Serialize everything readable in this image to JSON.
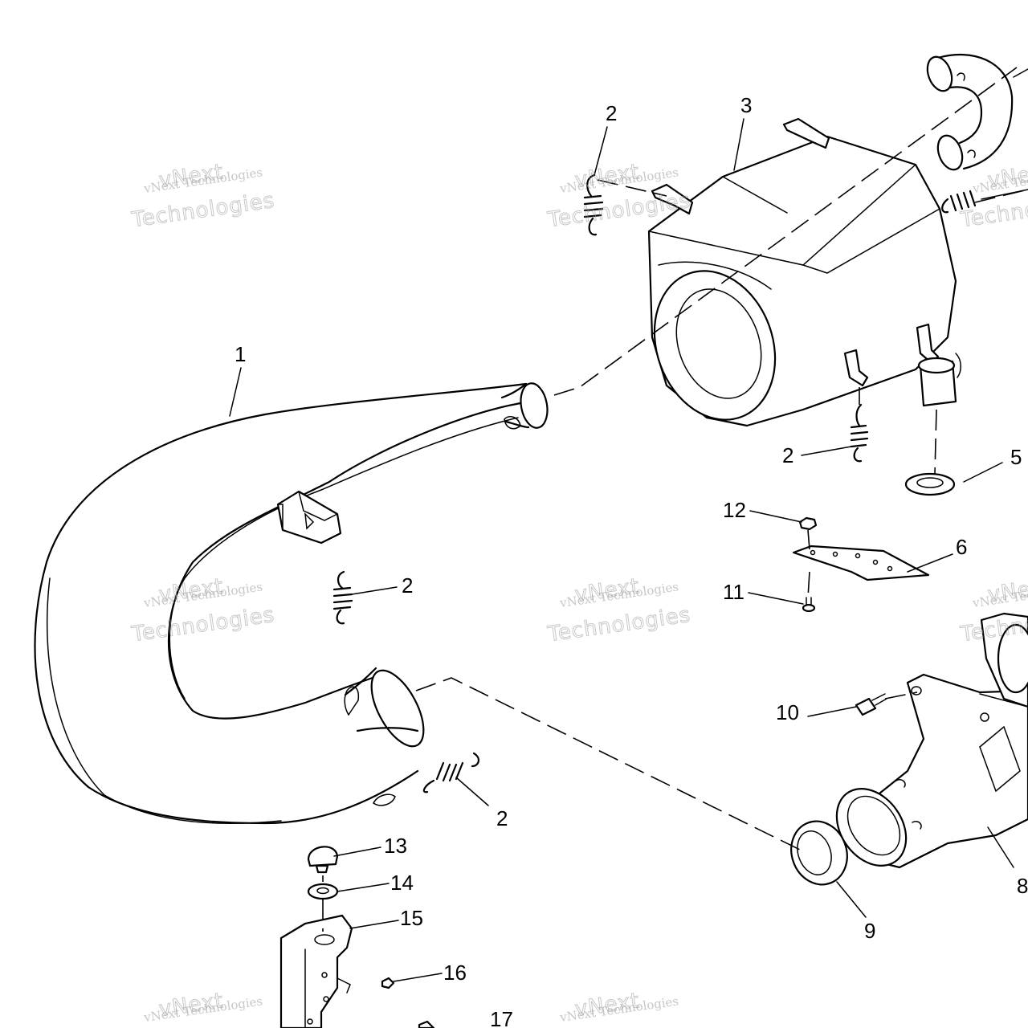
{
  "watermark": {
    "line1": "vNext",
    "line2": "vNext Technologies",
    "line3": "Technologies"
  },
  "callouts": [
    {
      "key": "c1",
      "label": "1"
    },
    {
      "key": "c2a",
      "label": "2"
    },
    {
      "key": "c2b",
      "label": "2"
    },
    {
      "key": "c2c",
      "label": "2"
    },
    {
      "key": "c2d",
      "label": "2"
    },
    {
      "key": "c3",
      "label": "3"
    },
    {
      "key": "c5",
      "label": "5"
    },
    {
      "key": "c6",
      "label": "6"
    },
    {
      "key": "c8",
      "label": "8"
    },
    {
      "key": "c9",
      "label": "9"
    },
    {
      "key": "c10",
      "label": "10"
    },
    {
      "key": "c11",
      "label": "11"
    },
    {
      "key": "c12",
      "label": "12"
    },
    {
      "key": "c13",
      "label": "13"
    },
    {
      "key": "c14",
      "label": "14"
    },
    {
      "key": "c15",
      "label": "15"
    },
    {
      "key": "c16",
      "label": "16"
    },
    {
      "key": "c17",
      "label": "17"
    }
  ]
}
